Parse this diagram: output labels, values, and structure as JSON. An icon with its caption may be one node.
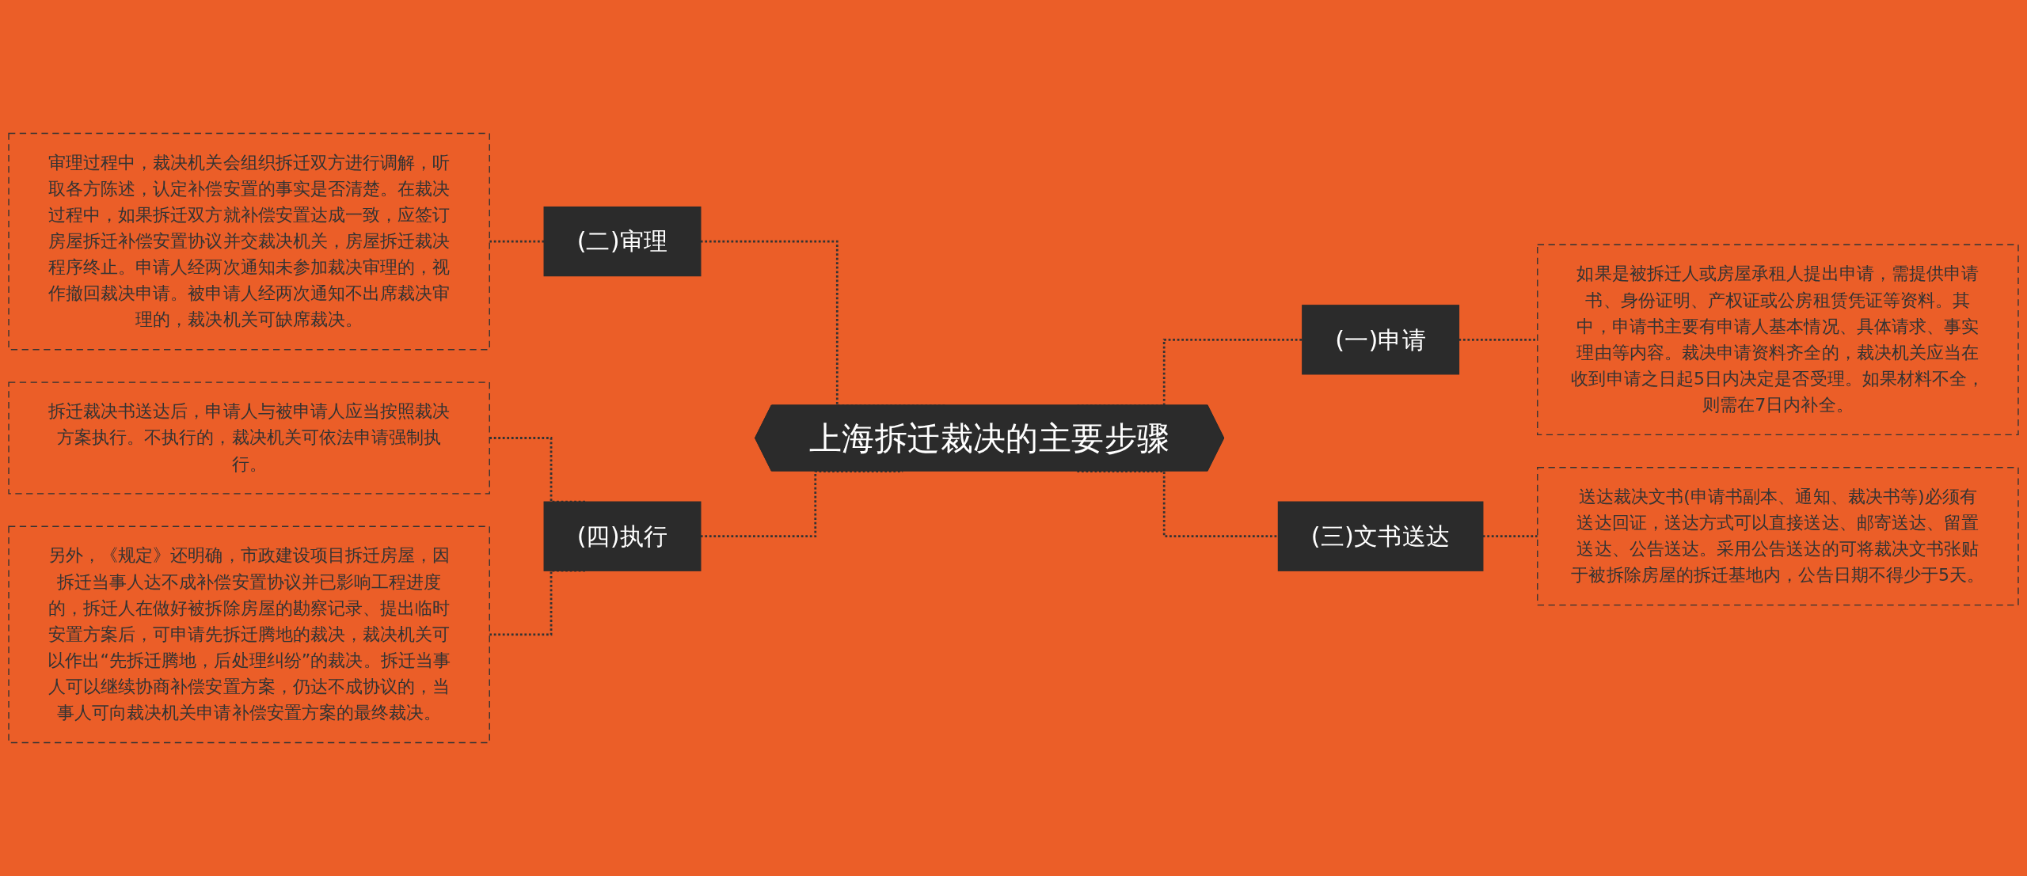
{
  "diagram": {
    "nodes": [
      {
        "text": [
          "上海拆迁裁决的主要步骤"
        ]
      },
      {
        "text": [
          "(二)审理"
        ]
      },
      {
        "text": [
          "审理过程中，裁决机关会组织拆迁双方进行调解，听取各方陈述，认定补偿安置的事实是否清楚。在裁决过程中，如果拆迁双方就补偿安置达成一致，应签订房屋拆迁补偿安置协议并交裁决机关，房屋拆迁裁决程序终止。申请人经两次通知未参加裁决审理的，视作撤回裁决申请。被申请人经两次通知不出席裁决审理的，裁决机关可缺席裁决。"
        ]
      },
      {
        "text": [
          "(四)执行"
        ]
      },
      {
        "text": [
          "拆迁裁决书送达后，申请人与被申请人应当按照裁决方案执行。不执行的，裁决机关可依法申请强制执行。"
        ]
      },
      {
        "text": [
          "另外，《规定》还明确，市政建设项目拆迁房屋，因拆迁当事人达不成补偿安置协议并已影响工程进度的，拆迁人在做好被拆除房屋的勘察记录、提出临时安置方案后，可申请先拆迁腾地的裁决，裁决机关可以作出“先拆迁腾地，后处理纠纷”的裁决。拆迁当事人可以继续协商补偿安置方案，仍达不成协议的，当事人可向裁决机关申请补偿安置方案的最终裁决。"
        ]
      },
      {
        "text": [
          "(一)申请"
        ]
      },
      {
        "text": [
          "如果是被拆迁人或房屋承租人提出申请，需提供申请书、身份证明、产权证或公房租赁凭证等资料。其中，申请书主要有申请人基本情况、具体请求、事实理由等内容。裁决申请资料齐全的，裁决机关应当在收到申请之日起5日内决定是否受理。如果材料不全，则需在7日内补全。"
        ]
      },
      {
        "text": [
          "(三)文书送达"
        ]
      },
      {
        "text": [
          "送达裁决文书(申请书副本、通知、裁决书等)必须有送达回证，送达方式可以直接送达、邮寄送达、留置送达、公告送达。采用公告送达的可将裁决文书张贴于被拆除房屋的拆迁基地内，公告日期不得少于5天。"
        ]
      }
    ],
    "edges": [
      {
        "from": 2,
        "to": 1,
        "arrow": "none",
        "style": "dashed"
      },
      {
        "from": 1,
        "to": 0,
        "arrow": "none",
        "style": "dashed"
      },
      {
        "from": 4,
        "to": 3,
        "arrow": "none",
        "style": "dashed"
      },
      {
        "from": 5,
        "to": 3,
        "arrow": "none",
        "style": "dashed"
      },
      {
        "from": 3,
        "to": 0,
        "arrow": "none",
        "style": "dashed"
      },
      {
        "from": 0,
        "to": 6,
        "arrow": "none",
        "style": "dashed"
      },
      {
        "from": 6,
        "to": 7,
        "arrow": "none",
        "style": "dashed"
      },
      {
        "from": 0,
        "to": 8,
        "arrow": "none",
        "style": "dashed"
      },
      {
        "from": 8,
        "to": 9,
        "arrow": "none",
        "style": "dashed"
      }
    ]
  }
}
